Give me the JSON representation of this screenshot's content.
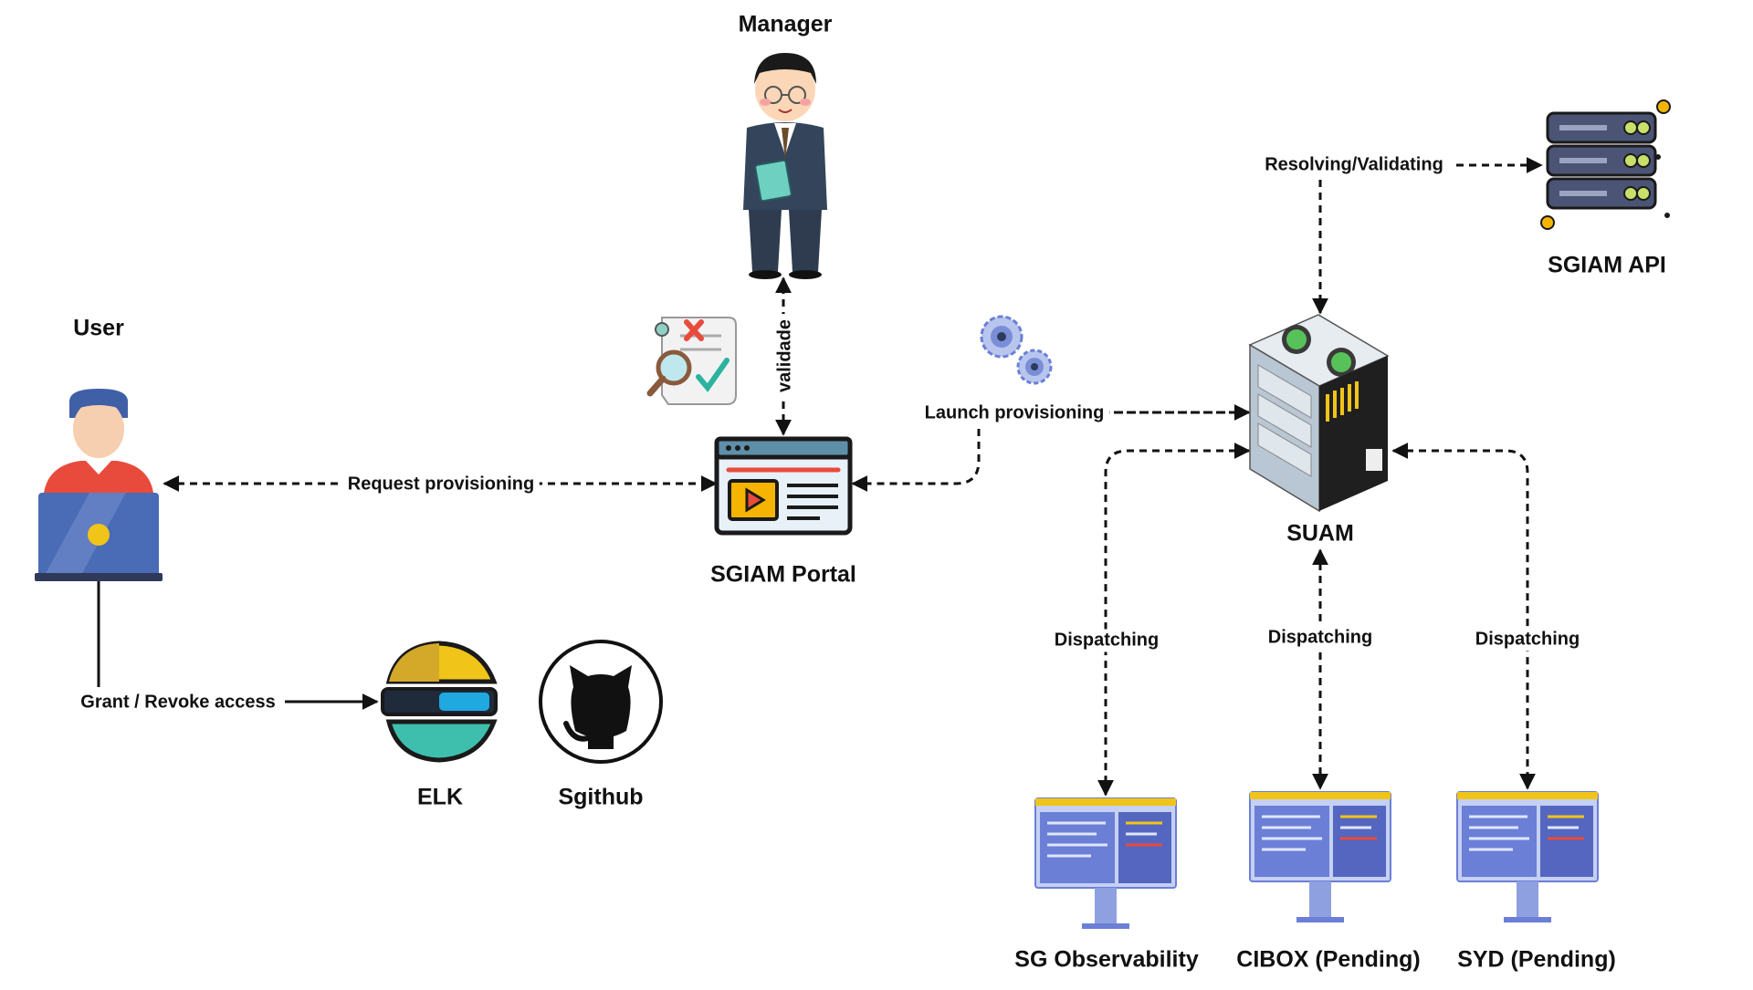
{
  "nodes": {
    "manager": "Manager",
    "user": "User",
    "portal": "SGIAM Portal",
    "api": "SGIAM API",
    "suam": "SUAM",
    "elk": "ELK",
    "sgithub": "Sgithub",
    "sg_observability": "SG Observability",
    "cibox": "CIBOX (Pending)",
    "syd": "SYD (Pending)"
  },
  "edges": {
    "validate": "validade",
    "request": "Request provisioning",
    "launch": "Launch provisioning",
    "resolving": "Resolving/Validating",
    "dispatch_left": "Dispatching",
    "dispatch_mid": "Dispatching",
    "dispatch_right": "Dispatching",
    "grant": "Grant / Revoke access"
  },
  "icons": {
    "manager": "businessman-icon",
    "user": "user-laptop-icon",
    "portal": "web-portal-icon",
    "checklist": "checklist-magnifier-icon",
    "gears": "gears-icon",
    "suam": "server-tower-icon",
    "api": "server-rack-icon",
    "elk": "elk-logo-icon",
    "github": "github-logo-icon",
    "monitor": "monitor-code-icon"
  },
  "colors": {
    "arrow": "#111111",
    "monitor_screen": "#6b7fd6",
    "monitor_frame": "#c5d0f2",
    "portal_frame": "#6aa6c6",
    "portal_accent": "#f4b400",
    "portal_red": "#e84b3c",
    "elk_yellow": "#f0c419",
    "elk_teal": "#3ebfad",
    "elk_blue": "#20a8e0",
    "server_dark": "#4b5475",
    "server_grey": "#b9c6d3"
  }
}
